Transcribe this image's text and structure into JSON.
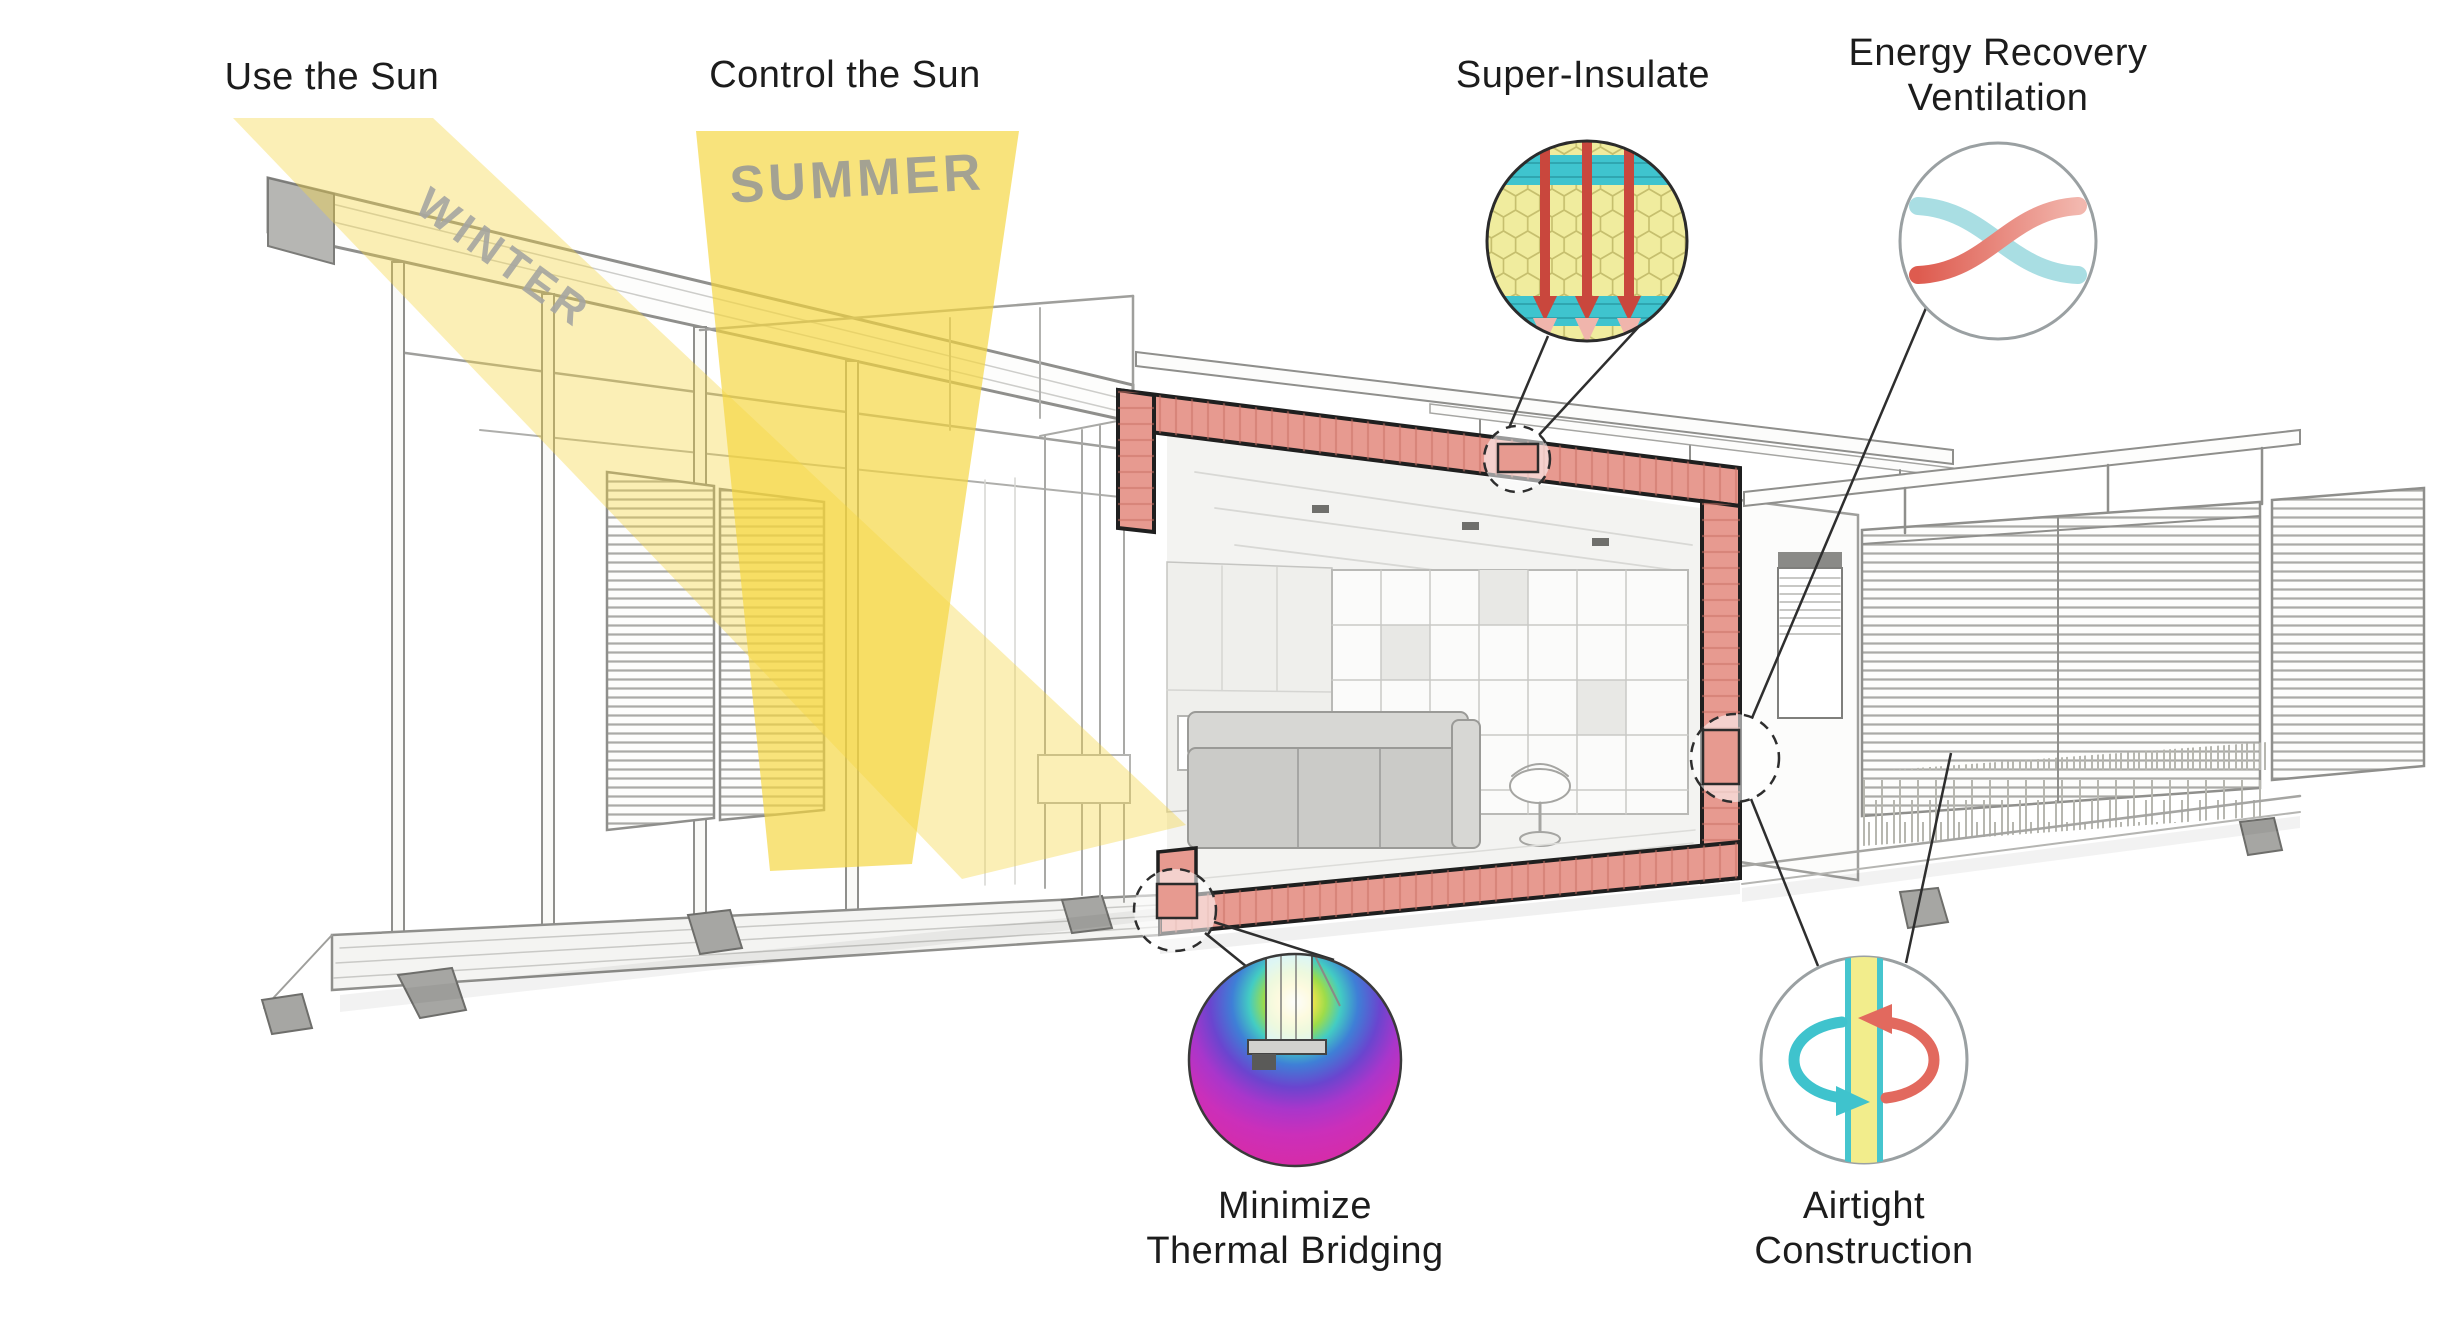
{
  "diagram": {
    "callouts": {
      "use_the_sun": "Use the Sun",
      "control_the_sun": "Control the Sun",
      "super_insulate": "Super-Insulate",
      "erv": {
        "line1": "Energy Recovery",
        "line2": "Ventilation"
      },
      "thermal": {
        "line1": "Minimize",
        "line2": "Thermal Bridging"
      },
      "airtight": {
        "line1": "Airtight",
        "line2": "Construction"
      }
    },
    "beams": {
      "winter": "WINTER",
      "summer": "SUMMER"
    },
    "icons": {
      "super_insulate": "insulation-layers-icon",
      "erv": "crossing-airflows-icon",
      "thermal": "infrared-thermal-icon",
      "airtight": "sealed-membrane-icon"
    },
    "colors": {
      "sun_yellow": "#F4D53E",
      "insulation_salmon": "#E79A90",
      "teal": "#41C4CE",
      "warm_red": "#DF6C60",
      "cool_blue": "#A9DEE3",
      "sketch_gray": "#9B9B9B",
      "label_black": "#1C1C1C"
    }
  }
}
